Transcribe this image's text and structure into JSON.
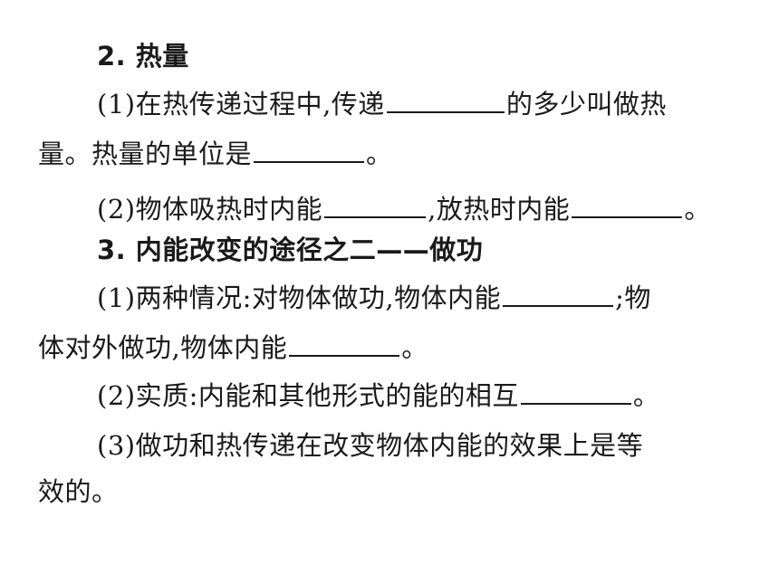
{
  "sections": [
    {
      "heading": "2. 热量",
      "items": [
        {
          "line1_a": "(1)在热传递过程中,传递",
          "line1_b": "的多少叫做热",
          "line2_a": "量。热量的单位是",
          "line2_b": "。"
        },
        {
          "a": "(2)物体吸热时内能",
          "b": ",放热时内能",
          "c": "。"
        }
      ]
    },
    {
      "heading": "3. 内能改变的途径之二——做功",
      "items": [
        {
          "line1_a": "(1)两种情况:对物体做功,物体内能",
          "line1_b": ";物",
          "line2_a": "体对外做功,物体内能",
          "line2_b": "。"
        },
        {
          "a": "(2)实质:内能和其他形式的能的相互",
          "b": "。"
        },
        {
          "line1": "(3)做功和热传递在改变物体内能的效果上是等",
          "line2": "效的。"
        }
      ]
    }
  ]
}
